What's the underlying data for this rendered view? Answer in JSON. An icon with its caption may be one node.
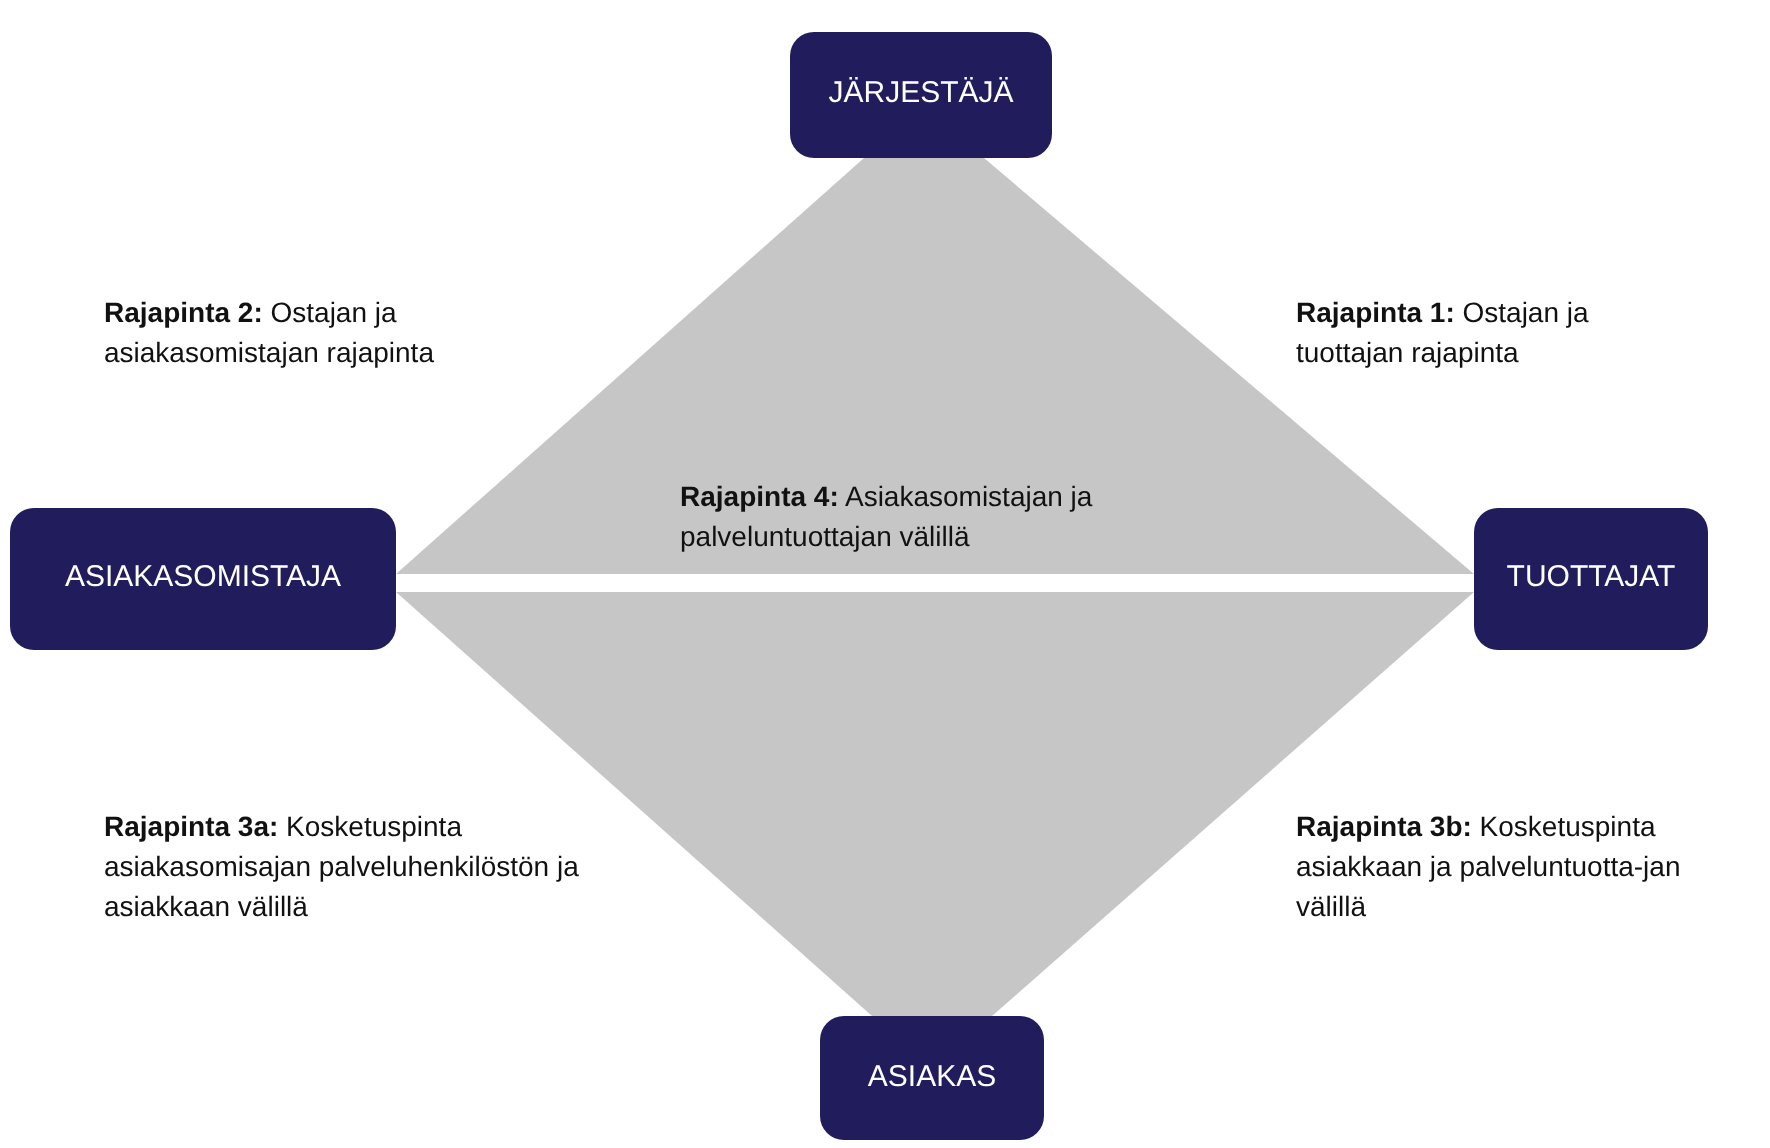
{
  "diagram": {
    "nodes": [
      {
        "text": [
          "JÄRJESTÄJÄ"
        ]
      },
      {
        "text": [
          "ASIAKASOMISTAJA"
        ]
      },
      {
        "text": [
          "TUOTTAJAT"
        ]
      },
      {
        "text": [
          "ASIAKAS"
        ]
      }
    ],
    "labels": [
      "**Rajapinta 2:** Ostajan ja asiakasomistajan rajapinta",
      "**Rajapinta 1:** Ostajan ja tuottajan rajapinta",
      "**Rajapinta 4:** Asiakasomistajan ja palveluntuottajan välillä",
      "**Rajapinta 3a:** Kosketuspinta asiakasomisajan palveluhenkilöstön ja asiakkaan välillä",
      "**Rajapinta 3b:** Kosketuspinta asiakkaan ja palveluntuotta-jan välillä"
    ]
  }
}
